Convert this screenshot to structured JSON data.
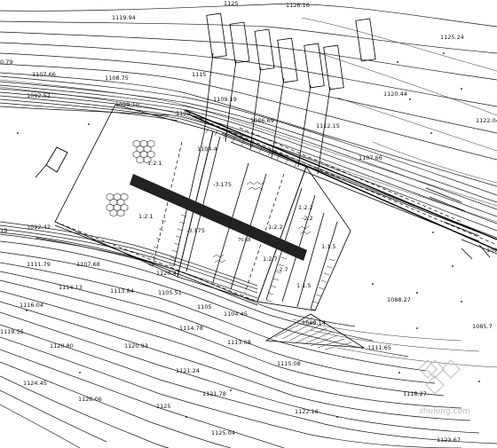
{
  "elevations": {
    "e1119_94": "1119.94",
    "e1125": "1125",
    "e1126_16": "1126.16",
    "e1125_24": "1125.24",
    "e1108_75": "1108.75",
    "e1115": "1115",
    "e1107_66a": "1107.66",
    "e1092_52": "1092.52",
    "e1099_10": "1099.10",
    "e1120_44": "1120.44",
    "e1122_04": "1122.04",
    "e1112_15": "1112.15",
    "e1086_69": "1086.69",
    "e1107_66b": "1107.66",
    "e1092_42": "1092.42",
    "e1111_79": "1111.79",
    "e1107_68": "1107.68",
    "e1120_47": "1120.47",
    "e1114_13": "1114.13",
    "e1113_84": "1113.84",
    "e1105_51": "1105.51",
    "e1104_45": "1104.45",
    "e1116_04": "1116.04",
    "e1119_55": "1119.55",
    "e1120_80": "1120.80",
    "e1120_93": "1120.93",
    "e1114_78": "1114.78",
    "e1113_68": "1113.68",
    "e1089_14": "1089.14",
    "e1088_27": "1088.27",
    "e1085_7": "1085.7",
    "e1111_65": "1111.65",
    "e1115_08": "1115.08",
    "e1121_24": "1121.24",
    "e1124_45": "1124.45",
    "e1126_06": "1126.06",
    "e1121_78": "1121.78",
    "e1118_27": "1118.27",
    "e1122_16": "1122.16",
    "e1125_b": "1125",
    "e1125_04": "1125.04",
    "e1123_67": "1123.67",
    "e1109": "1109",
    "e1105": "1105",
    "e1104_4": "1104.4",
    "e1109_19": "1109.19",
    "e0_79": "0.79",
    "e19": "19",
    "e1095": "109"
  },
  "slopes": {
    "s1": "1:2.1",
    "s2": "1:2.1",
    "s3": "1:2.2",
    "s4": "1:2.2",
    "s5": "1:1.5",
    "s6": "1:1.5",
    "s7": "-3.175",
    "s8": "-3.175",
    "s9": "-2.2",
    "s10": "-2.7",
    "s11": "1:2.7"
  },
  "markers": {
    "m1": "70.68"
  },
  "watermark": "zhulong.com"
}
